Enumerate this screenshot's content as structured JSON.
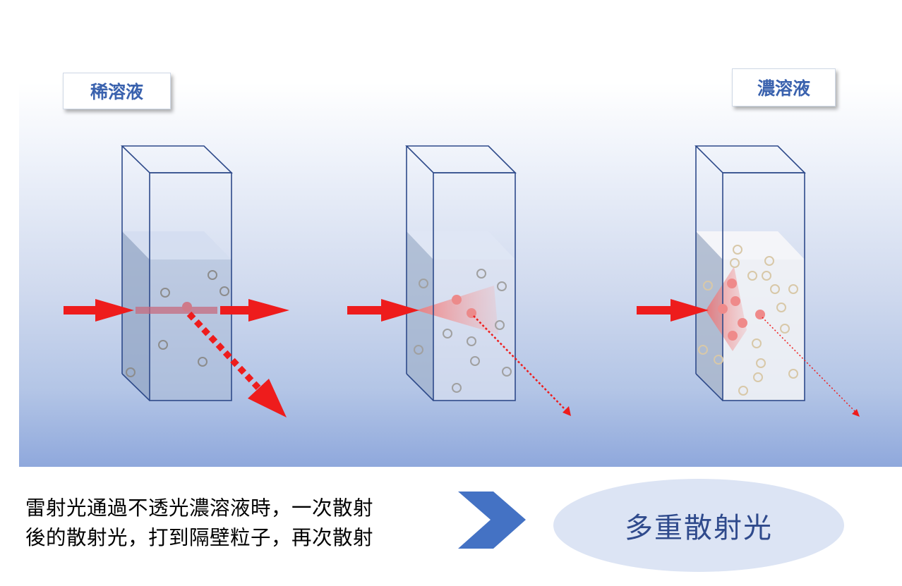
{
  "labels": {
    "dilute": "稀溶液",
    "concentrated": "濃溶液"
  },
  "description": {
    "line1": "雷射光通過不透光濃溶液時，一次散射",
    "line2": "後的散射光，打到隔壁粒子，再次散射"
  },
  "result": {
    "label": "多重散射光"
  },
  "colors": {
    "laser": "#ee1c1c",
    "cuvette_edge": "#2e4a8a",
    "label_text": "#3a62ae",
    "result_fill": "#dce4f4",
    "chevron": "#4472c4"
  }
}
